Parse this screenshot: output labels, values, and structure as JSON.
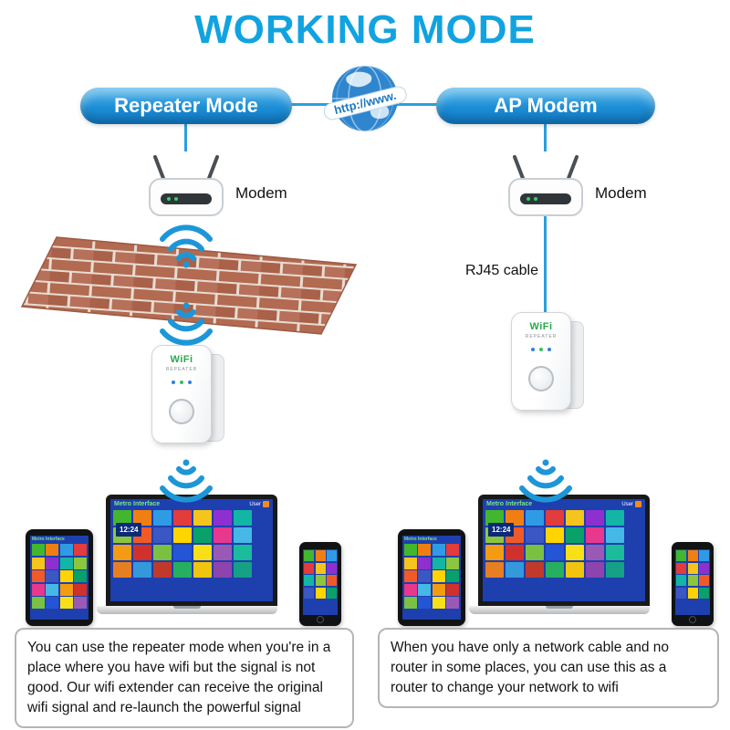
{
  "title": "WORKING MODE",
  "globe_label": "http://www.",
  "left_mode": {
    "name": "Repeater Mode",
    "modem_label": "Modem",
    "description": "You can use the repeater mode when you're in a place where you have wifi but the signal is not good. Our wifi extender can receive the original wifi signal and re-launch the powerful signal"
  },
  "right_mode": {
    "name": "AP Modem",
    "modem_label": "Modem",
    "cable_label": "RJ45 cable",
    "description": "When you have only a network cable and no router in some places, you can use this as a router to change your network to wifi"
  },
  "repeater": {
    "brand": "WiFi",
    "sub": "REPEATER"
  },
  "screen": {
    "title": "Metro Interface",
    "user": "User",
    "clock": "12:24",
    "laptop_tiles": [
      "#42b62e",
      "#f07f13",
      "#2f9be4",
      "#e23c3c",
      "#f5c51d",
      "#8e2fd0",
      "#12b5a6",
      "#8cc63f",
      "#f05a28",
      "#3a57c4",
      "#ffd400",
      "#0aa06a",
      "#e8388e",
      "#46b8e8",
      "#f39c12",
      "#d0312d",
      "#7ac143",
      "#2455d6",
      "#f7e017",
      "#9b59b6",
      "#1abc9c",
      "#e67e22",
      "#3498db",
      "#c0392b",
      "#27ae60",
      "#f1c40f",
      "#8e44ad",
      "#16a085"
    ],
    "tablet_tiles": [
      "#42b62e",
      "#f07f13",
      "#2f9be4",
      "#e23c3c",
      "#f5c51d",
      "#8e2fd0",
      "#12b5a6",
      "#8cc63f",
      "#f05a28",
      "#3a57c4",
      "#ffd400",
      "#0aa06a",
      "#e8388e",
      "#46b8e8",
      "#f39c12",
      "#d0312d",
      "#7ac143",
      "#2455d6",
      "#f7e017",
      "#9b59b6"
    ],
    "phone_tiles": [
      "#42b62e",
      "#f07f13",
      "#2f9be4",
      "#e23c3c",
      "#f5c51d",
      "#8e2fd0",
      "#12b5a6",
      "#8cc63f",
      "#f05a28",
      "#3a57c4",
      "#ffd400",
      "#0aa06a"
    ]
  },
  "colors": {
    "accent_blue": "#11a3e0",
    "pill_gradient_top": "#54b6ea",
    "pill_gradient_bottom": "#1178c2",
    "wifi_blue": "#1d96d8",
    "brick": "#b26a50",
    "mortar": "#e7dcd2",
    "metro_background": "#1e3fae",
    "text": "#141414"
  }
}
